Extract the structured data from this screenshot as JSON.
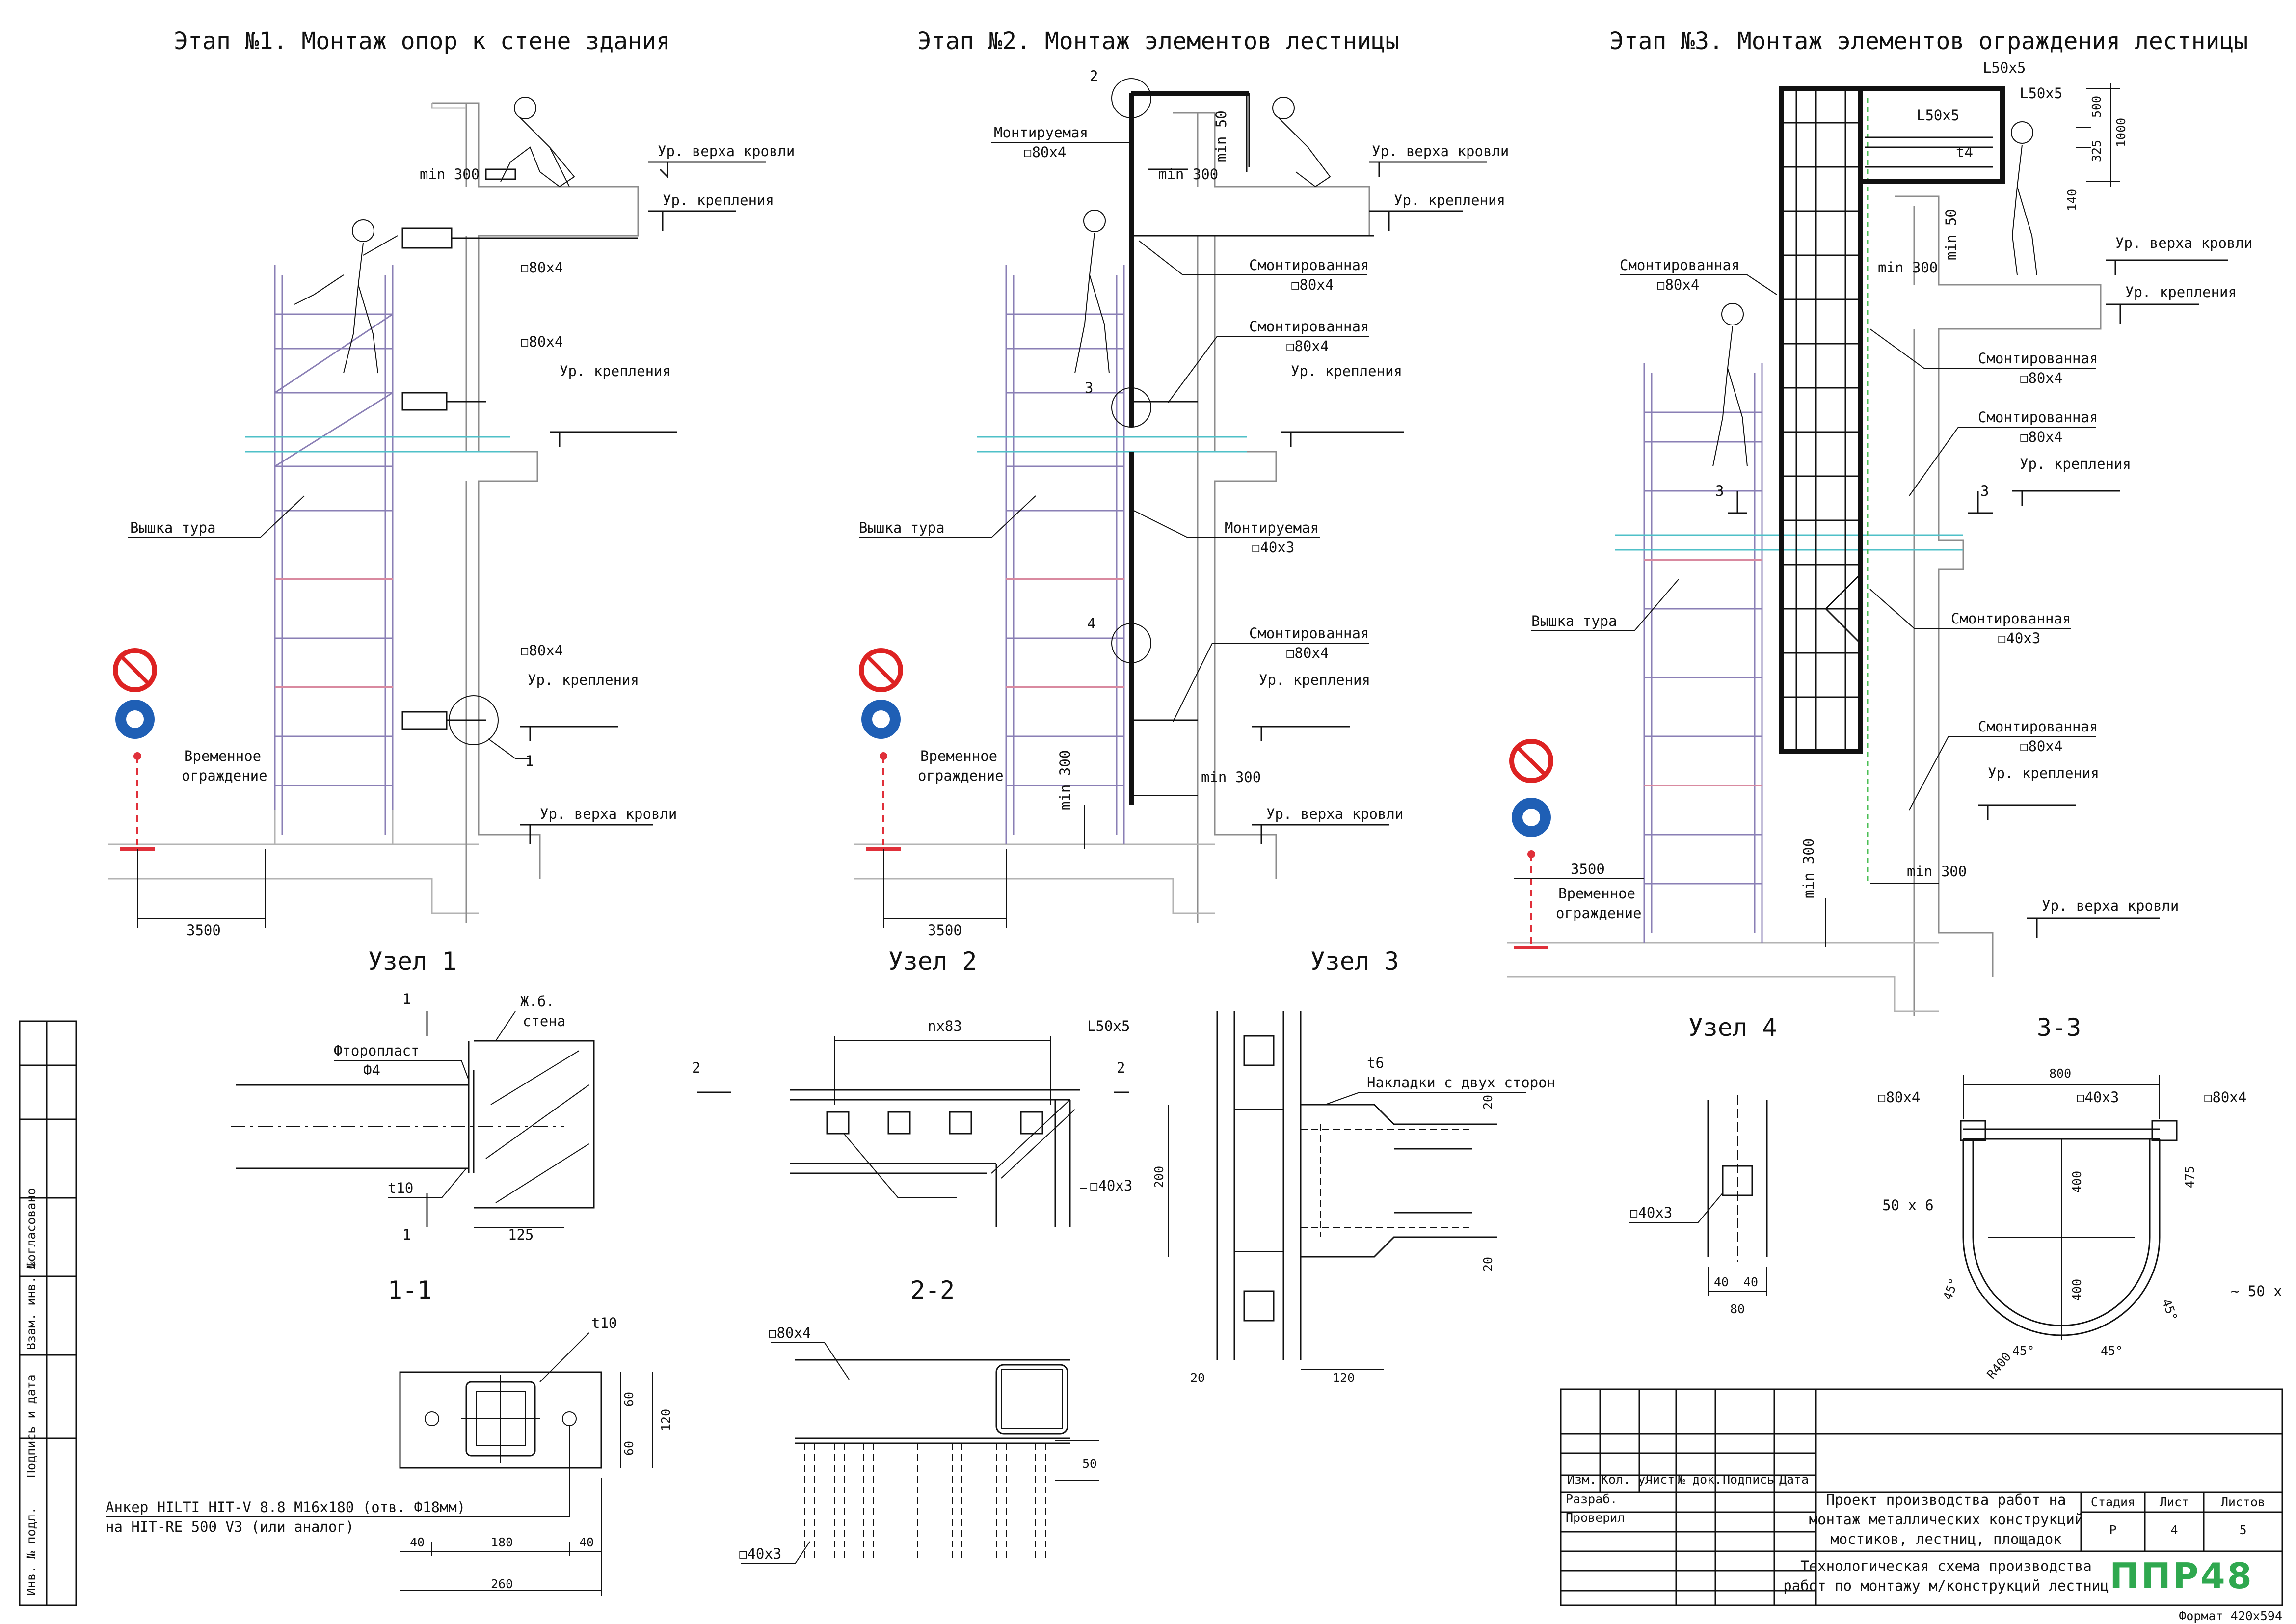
{
  "stages": [
    {
      "title": "Этап №1. Монтаж опор к стене здания"
    },
    {
      "title": "Этап №2. Монтаж элементов лестницы"
    },
    {
      "title": "Этап №3. Монтаж элементов ограждения лестницы"
    }
  ],
  "labels": {
    "roof_top": "Ур. верха кровли",
    "fixing": "Ур. крепления",
    "tower": "Вышка тура",
    "temp_fence_1": "Временное",
    "temp_fence_2": "ограждение",
    "mounted": "Смонтированная",
    "mounting": "Монтируемая",
    "tube_80x4": "◻80х4",
    "tube_40x3": "◻40х3",
    "angle_l50x5": "L50х5",
    "t4": "t4",
    "t6": "t6",
    "t10": "t10",
    "min300": "min 300",
    "min50": "min 50",
    "d3500": "3500",
    "d1000": "1000",
    "d500": "500",
    "d325": "325",
    "d140": "140",
    "n1": "1",
    "n2": "2",
    "n3": "3",
    "n4": "4"
  },
  "nodes": {
    "uzel1": "Узел 1",
    "uzel2": "Узел 2",
    "uzel3": "Узел 3",
    "uzel4": "Узел 4",
    "sec11": "1-1",
    "sec22": "2-2",
    "sec33": "3-3"
  },
  "node_labels": {
    "fluoro": "Фторопласт",
    "phi4": "Ф4",
    "rc1": "Ж.б.",
    "rc2": "стена",
    "d125": "125",
    "nx83": "nx83",
    "overlays": "Накладки с двух сторон",
    "d200": "200",
    "d20": "20",
    "d120": "120",
    "d40": "40",
    "d80": "80",
    "d60": "60",
    "d180": "180",
    "d260": "260",
    "d50": "50",
    "d800": "800",
    "d400": "400",
    "d475": "475",
    "p50x6": "50 х 6",
    "m50x": "~ 50 х",
    "r400": "R400",
    "deg45": "45°",
    "anchor1": "Анкер HILTI HIT-V 8.8 M16x180 (отв. Ф18мм)",
    "anchor2": "на HIT-RE 500 V3 (или аналог)"
  },
  "stamp": {
    "headers": [
      "Изм.",
      "Кол. уч",
      "Лист",
      "№ док.",
      "Подпись",
      "Дата"
    ],
    "row1": "Разраб.",
    "row2": "Проверил",
    "project": [
      "Проект производства работ на",
      "монтаж металлических конструкций",
      "мостиков, лестниц, площадок"
    ],
    "drawing": [
      "Технологическая схема производства",
      "работ по монтажу м/конструкций лестниц"
    ],
    "stage_h": "Стадия",
    "sheet_h": "Лист",
    "sheets_h": "Листов",
    "stage_v": "Р",
    "sheet_v": "4",
    "sheets_v": "5",
    "logo": "ППР48",
    "format": "Формат 420х594"
  },
  "side_stamp": [
    "Согласовано",
    "Взам. инв. №",
    "Подпись и дата",
    "Инв. № подл."
  ],
  "colors": {
    "logo": "#2fa84f",
    "fence": "#e0303a",
    "sign_blue": "#1f5fb5",
    "scaffold": "#8a7fb5"
  }
}
